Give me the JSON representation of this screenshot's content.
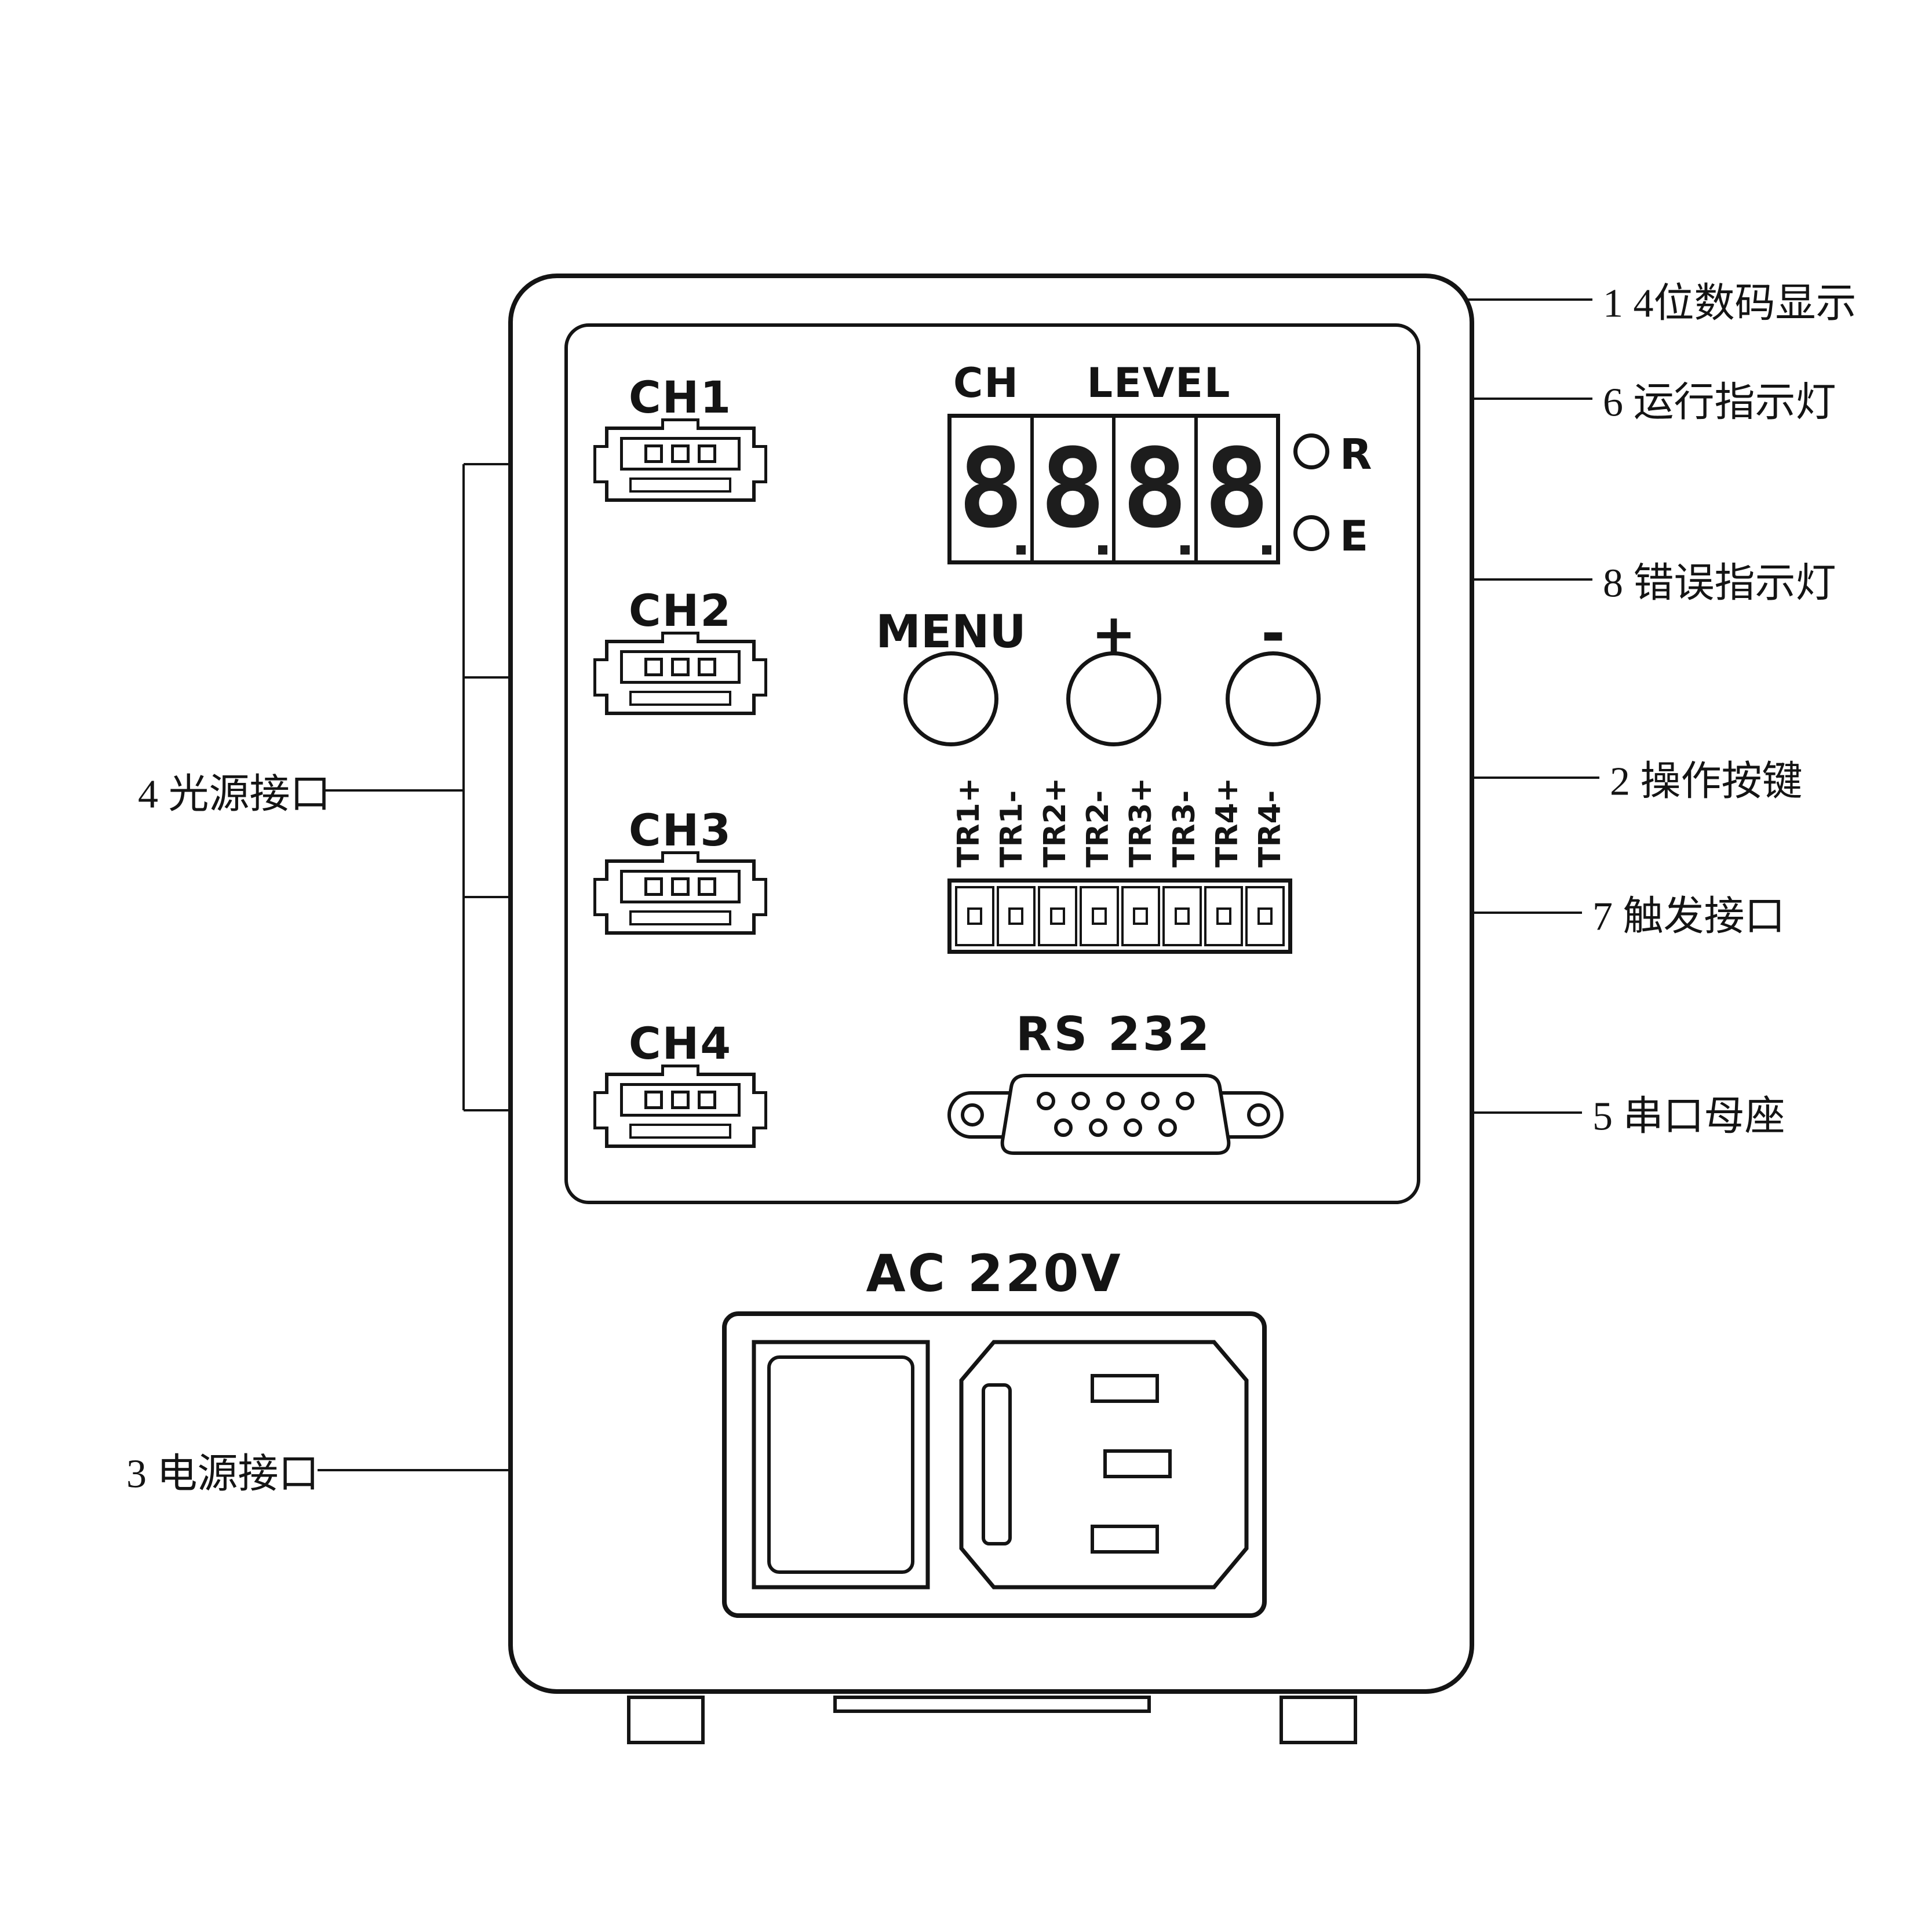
{
  "panel": {
    "channels": [
      "CH1",
      "CH2",
      "CH3",
      "CH4"
    ],
    "display": {
      "ch_label": "CH",
      "level_label": "LEVEL",
      "digits": [
        "8",
        "8",
        "8",
        "8"
      ]
    },
    "leds": {
      "run": "R",
      "error": "E"
    },
    "buttons": {
      "menu": "MENU",
      "plus": "+",
      "minus": "-"
    },
    "triggers": [
      "TR1+",
      "TR1-",
      "TR2+",
      "TR2-",
      "TR3+",
      "TR3-",
      "TR4+",
      "TR4-"
    ],
    "rs232_label": "RS 232",
    "ac_label": "AC 220V"
  },
  "callouts": {
    "display": "1 4位数码显示",
    "run_led": "6 运行指示灯",
    "error_led": "8 错误指示灯",
    "keys": "2 操作按键",
    "trigger": "7 触发接口",
    "serial": "5 串口母座",
    "light_source": "4 光源接口",
    "power": "3 电源接口"
  },
  "colors": {
    "line": "#141414",
    "background": "#ffffff"
  }
}
